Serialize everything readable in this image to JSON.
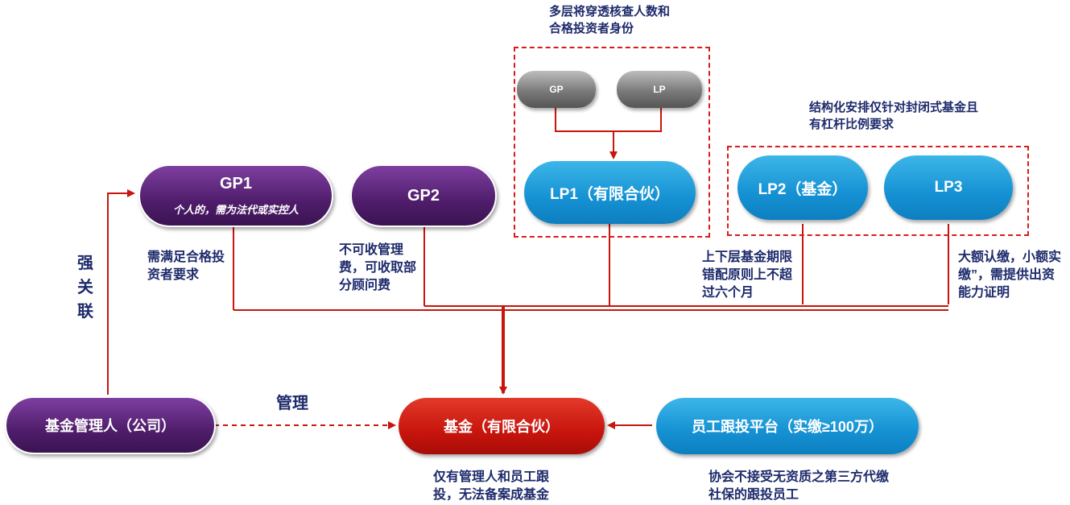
{
  "notes": {
    "penetration": "多层将穿透核查人数和合格投资者身份",
    "structured": "结构化安排仅针对封闭式基金且有杠杆比例要求",
    "gp1_req": "需满足合格投资者要求",
    "gp2_fee": "不可收管理费，可收取部分顾问费",
    "lp2_period": "上下层基金期限错配原则上不超过六个月",
    "lp3_payment": "大额认缴，小额实缴”，需提供出资能力证明",
    "strong_link": "强关联",
    "manage": "管理",
    "fund_note": "仅有管理人和员工跟投，无法备案成基金",
    "platform_note": "协会不接受无资质之第三方代缴社保的跟投员工"
  },
  "nodes": {
    "gp_small": "GP",
    "lp_small": "LP",
    "gp1": "GP1",
    "gp1_sub": "个人的，需为法代或实控人",
    "gp2": "GP2",
    "lp1": "LP1（有限合伙）",
    "lp2": "LP2（基金）",
    "lp3": "LP3",
    "manager": "基金管理人（公司）",
    "fund": "基金（有限合伙）",
    "platform": "员工跟投平台（实缴≥100万）"
  },
  "colors": {
    "purple": "#5a2478",
    "blue": "#1591d3",
    "red": "#c8150d",
    "line_red": "#c8150d",
    "text_navy": "#1d2a6b"
  }
}
